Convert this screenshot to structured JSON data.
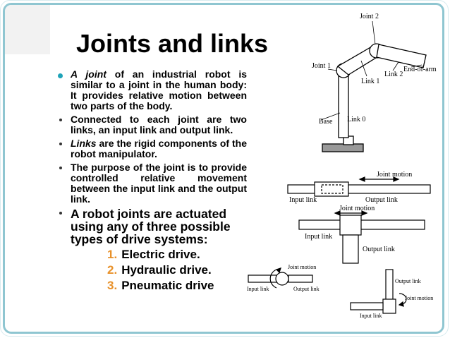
{
  "slide": {
    "title": "Joints and links",
    "bullets": [
      {
        "lead": "A joint",
        "text": " of an industrial robot is similar to a joint in the human body: It provides relative motion between two parts of the body."
      },
      {
        "lead": "",
        "text": "Connected to each joint are two links, an input link and output link."
      },
      {
        "lead": "Links",
        "text": " are the rigid components of the robot manipulator."
      },
      {
        "lead": "",
        "text": "The purpose of the joint is to provide controlled relative movement between the input link and the output link."
      },
      {
        "lead": "",
        "text": "A robot joints are actuated using any of three possible types of drive systems:"
      }
    ],
    "drives": [
      {
        "num": "1.",
        "label": "Electric drive."
      },
      {
        "num": "2.",
        "label": "Hydraulic drive."
      },
      {
        "num": "3.",
        "label": "Pneumatic drive"
      }
    ]
  },
  "figure": {
    "arm": {
      "joint2": "Joint 2",
      "joint1": "Joint 1",
      "link1": "Link 1",
      "link2": "Link 2",
      "end_of_arm": "End-of-arm",
      "base": "Base",
      "link0": "Link 0"
    },
    "linear": {
      "joint_motion": "Joint motion",
      "input_link": "Input link",
      "output_link": "Output link"
    },
    "orthogonal": {
      "joint_motion": "Joint motion",
      "input_link": "Input link",
      "output_link": "Output link"
    },
    "rotational": {
      "joint_motion": "Joint motion",
      "input_link": "Input link",
      "output_link": "Output link"
    },
    "twisting": {
      "output_link": "Output link",
      "joint_motion": "Joint motion",
      "input_link": "Input link"
    }
  },
  "colors": {
    "accent": "#1fa3b8",
    "number": "#e8912a",
    "frame": "#8fc6d1"
  }
}
